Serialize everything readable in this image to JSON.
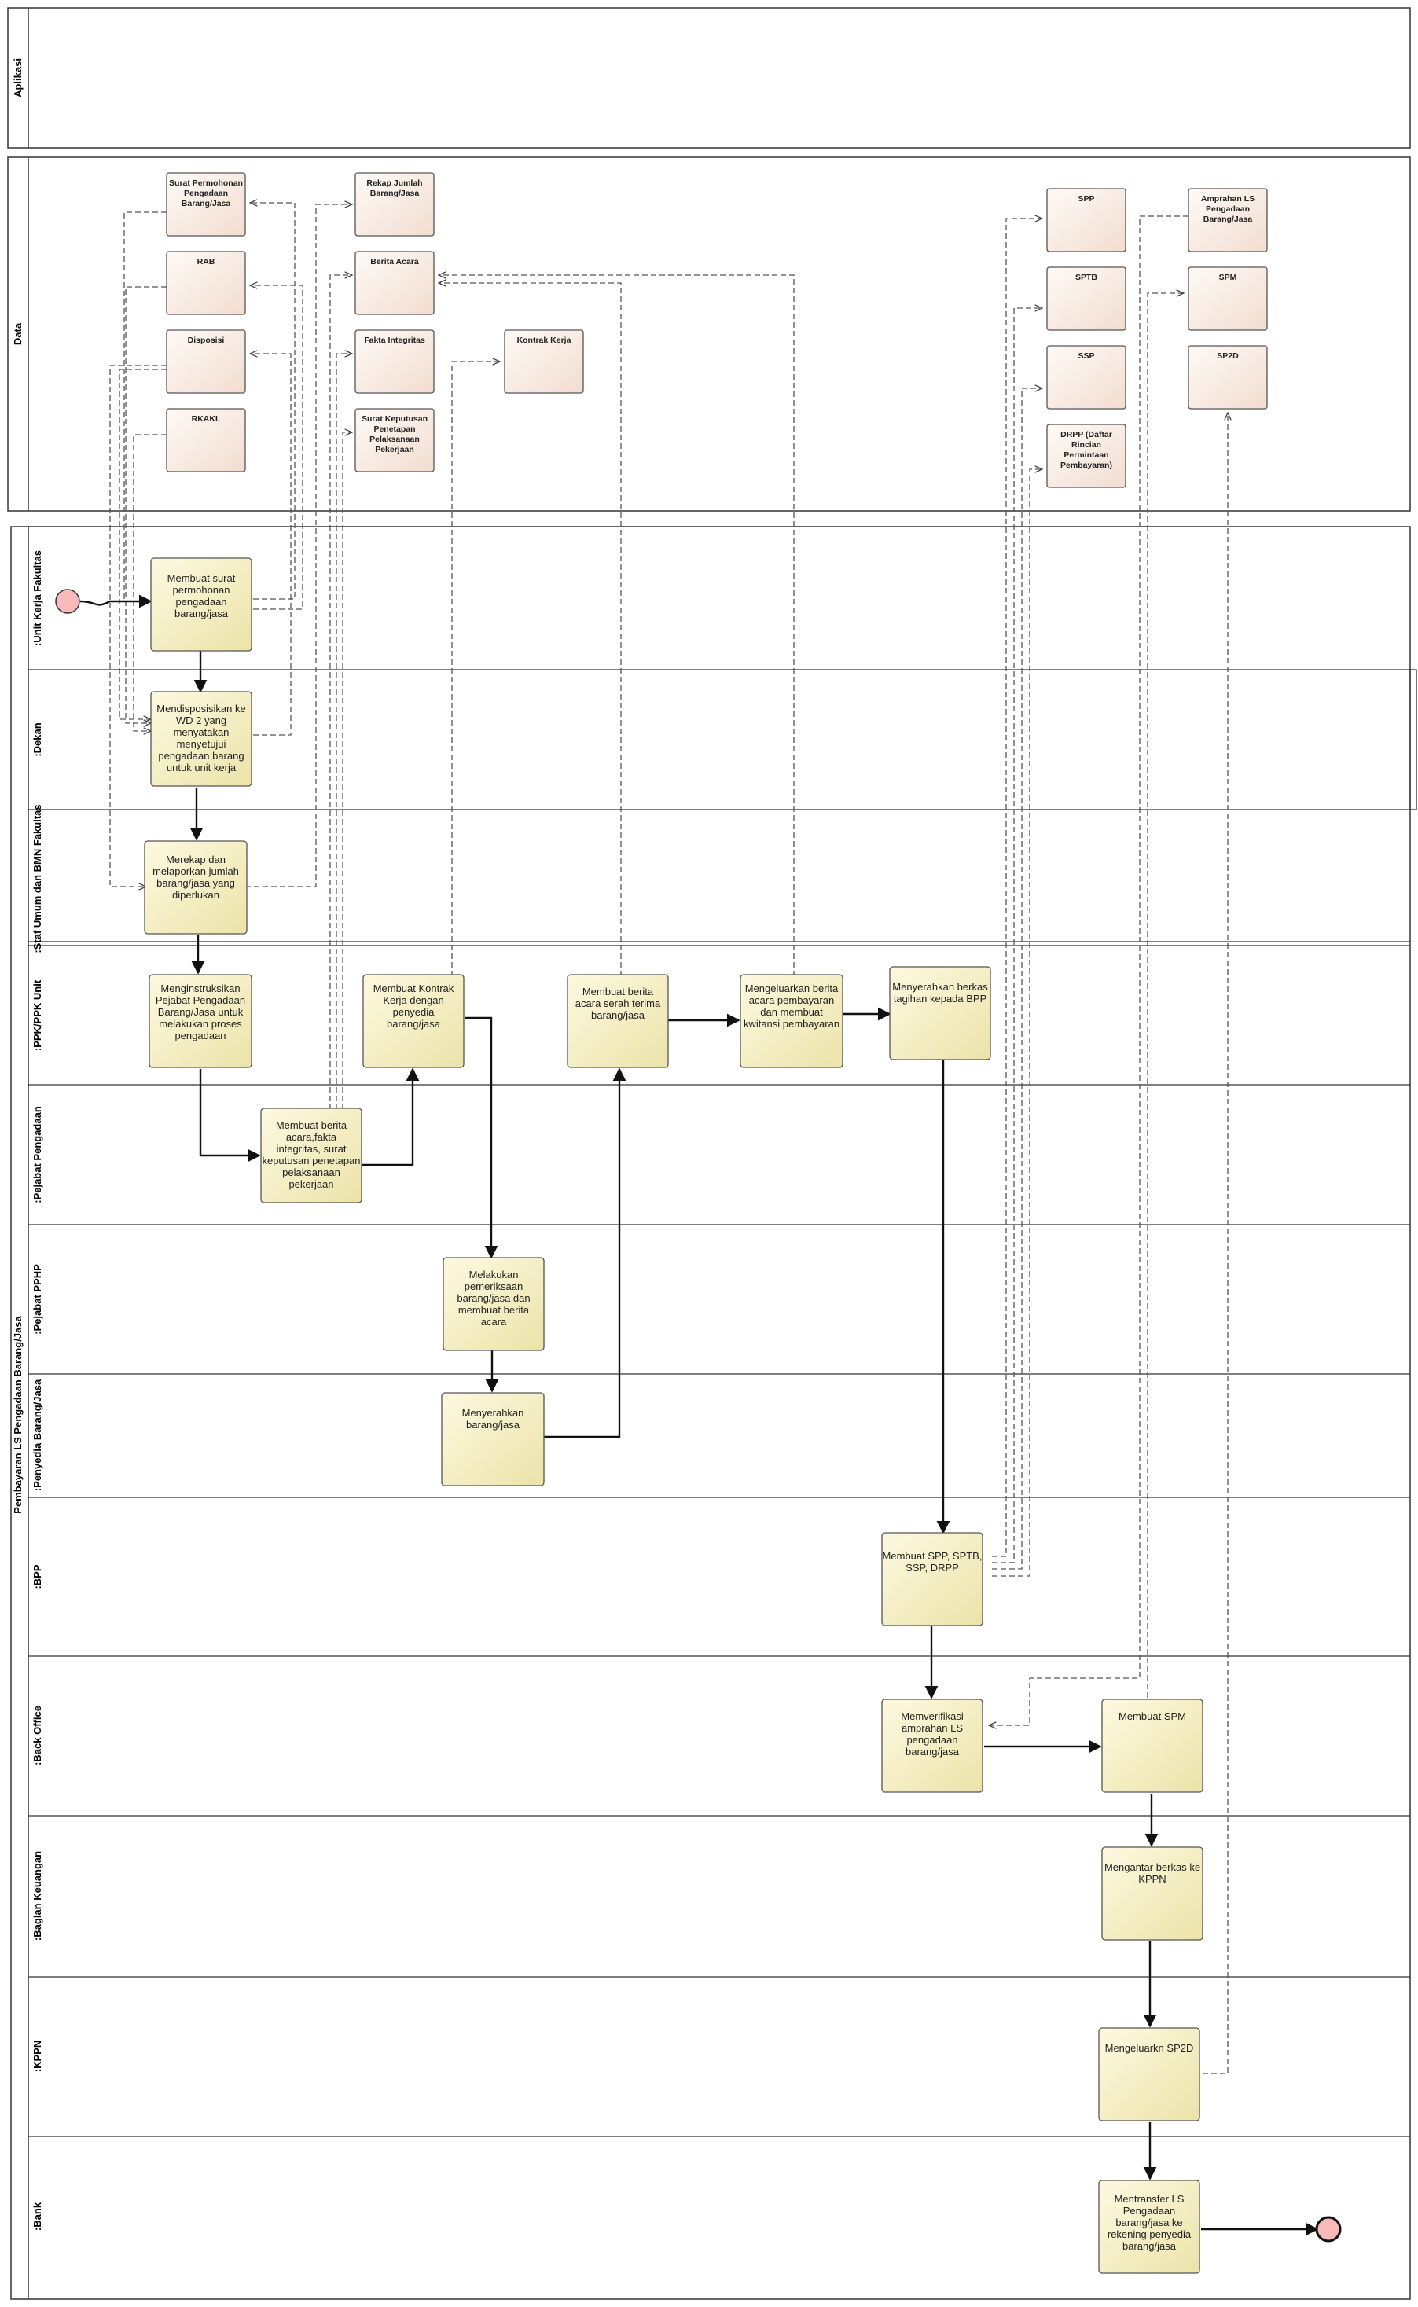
{
  "pools": {
    "aplikasi": "Aplikasi",
    "data": "Data",
    "process": "Pembayaran LS Pengadaan Barang/Jasa"
  },
  "lanes": [
    ":Unit Kerja Fakultas",
    ":Dekan",
    ":Staf Umum dan BMN Fakultas",
    ":PPK/PPK Unit",
    ":Pejabat Pengadaan",
    ":Pejabat PPHP",
    ":Penyedia Barang/Jasa",
    ":BPP",
    ":Back Office",
    ":Bagian Keuangan",
    ":KPPN",
    ":Bank"
  ],
  "data_objects": {
    "surat_permohonan": "Surat Permohonan Pengadaan Barang/Jasa",
    "rab": "RAB",
    "disposisi": "Disposisi",
    "rkakl": "RKAKL",
    "rekap": "Rekap Jumlah Barang/Jasa",
    "berita_acara": "Berita Acara",
    "fakta_integritas": "Fakta Integritas",
    "surat_keputusan": "Surat Keputusan Penetapan Pelaksanaan Pekerjaan",
    "kontrak_kerja": "Kontrak Kerja",
    "spp": "SPP",
    "sptb": "SPTB",
    "ssp": "SSP",
    "drpp": "DRPP (Daftar Rincian Permintaan Pembayaran)",
    "amprahan": "Amprahan LS Pengadaan Barang/Jasa",
    "spm": "SPM",
    "sp2d": "SP2D"
  },
  "tasks": {
    "t1": "Membuat surat permohonan pengadaan barang/jasa",
    "t2": "Mendisposisikan ke WD 2 yang menyatakan menyetujui pengadaan barang untuk unit kerja",
    "t3": "Merekap dan melaporkan jumlah barang/jasa yang diperlukan",
    "t4": "Menginstruksikan Pejabat Pengadaan Barang/Jasa untuk melakukan proses pengadaan",
    "t5": "Membuat berita acara,fakta integritas, surat keputusan penetapan pelaksanaan pekerjaan",
    "t6": "Membuat Kontrak Kerja dengan penyedia barang/jasa",
    "t7": "Melakukan pemeriksaan barang/jasa dan membuat berita acara",
    "t8": "Menyerahkan barang/jasa",
    "t9": "Membuat berita acara serah terima barang/jasa",
    "t10": "Mengeluarkan berita acara pembayaran dan membuat kwitansi pembayaran",
    "t11": "Menyerahkan berkas tagihan kepada BPP",
    "t12": "Membuat SPP, SPTB, SSP, DRPP",
    "t13": "Memverifikasi amprahan LS pengadaan barang/jasa",
    "t14": "Membuat SPM",
    "t15": "Mengantar berkas ke KPPN",
    "t16": "Mengeluarkn SP2D",
    "t17": "Mentransfer LS Pengadaan barang/jasa ke rekening penyedia barang/jasa"
  },
  "colors": {
    "task_fill": "#fbf6d4",
    "task_fill_dark": "#ece3a9",
    "data_fill": "#fdf5ef",
    "data_fill_dark": "#f2ddd0",
    "start_event": "#f7b9b9",
    "end_event": "#f7b9b9"
  }
}
